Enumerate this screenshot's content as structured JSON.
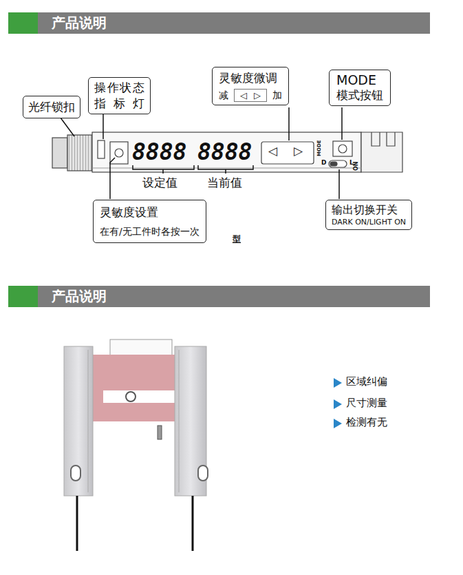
{
  "diagram": {
    "nodes": [
      {
        "text": [
          "产品说明"
        ]
      },
      {
        "text": [
          "光纤锁扣"
        ]
      },
      {
        "text": [
          "操作状态 指 标 灯"
        ]
      },
      {
        "text": [
          "灵敏度微调",
          "减",
          "加"
        ]
      },
      {
        "text": [
          "◁",
          "▷"
        ],
        "in": 3
      },
      {
        "text": [
          "MODE",
          "模式按钮"
        ]
      },
      {
        "text": [
          "灵敏度设置",
          "在有/无工件时各按一次"
        ]
      },
      {
        "text": [
          "输出切换开关",
          "DARK ON/LIGHT ON"
        ]
      },
      {
        "text": [
          "产品说明"
        ]
      }
    ],
    "labels": [
      "8888",
      "8888",
      "设定值",
      "当前值",
      "◁",
      "▷",
      "MODE",
      "D",
      "L",
      "ON",
      "型",
      "区域纠偏",
      "尺寸测量",
      "检测有无"
    ]
  }
}
